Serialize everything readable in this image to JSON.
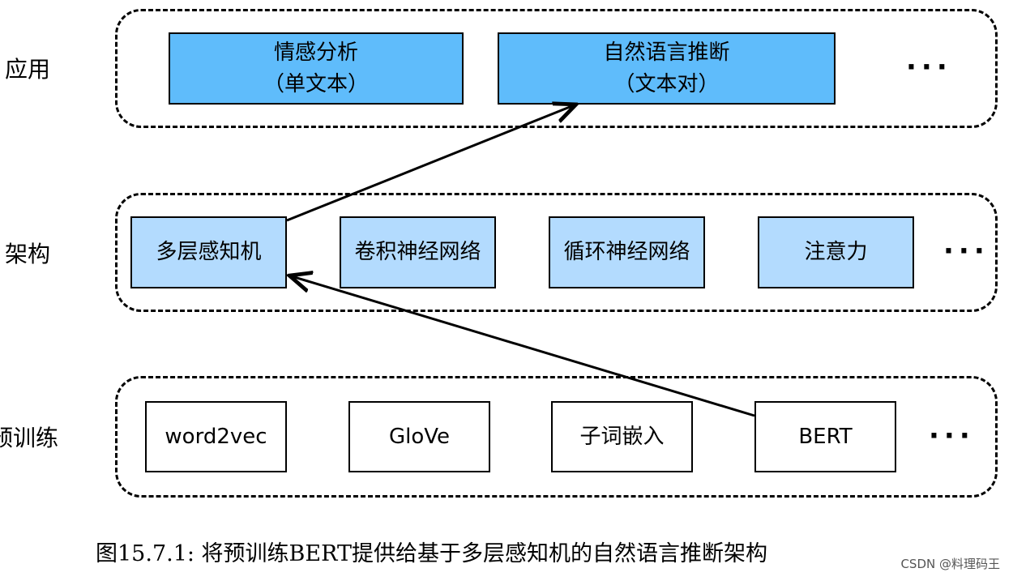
{
  "rows": {
    "application": {
      "label": "应用"
    },
    "architecture": {
      "label": "架构"
    },
    "pretraining": {
      "label": "预训练"
    }
  },
  "application_boxes": [
    {
      "line1": "情感分析",
      "line2": "（单文本）"
    },
    {
      "line1": "自然语言推断",
      "line2": "（文本对）"
    }
  ],
  "architecture_boxes": [
    "多层感知机",
    "卷积神经网络",
    "循环神经网络",
    "注意力"
  ],
  "pretraining_boxes": [
    "word2vec",
    "GloVe",
    "子词嵌入",
    "BERT"
  ],
  "ellipsis": "···",
  "caption": "图15.7.1: 将预训练BERT提供给基于多层感知机的自然语言推断架构",
  "watermark": "CSDN @料理码王",
  "colors": {
    "application_box_fill": "#5fbcfb",
    "architecture_box_fill": "#b3dbfe",
    "pretraining_box_fill": "#ffffff",
    "stroke": "#000000"
  },
  "connections": [
    {
      "from": "BERT",
      "to": "多层感知机"
    },
    {
      "from": "多层感知机",
      "to": "自然语言推断"
    }
  ]
}
